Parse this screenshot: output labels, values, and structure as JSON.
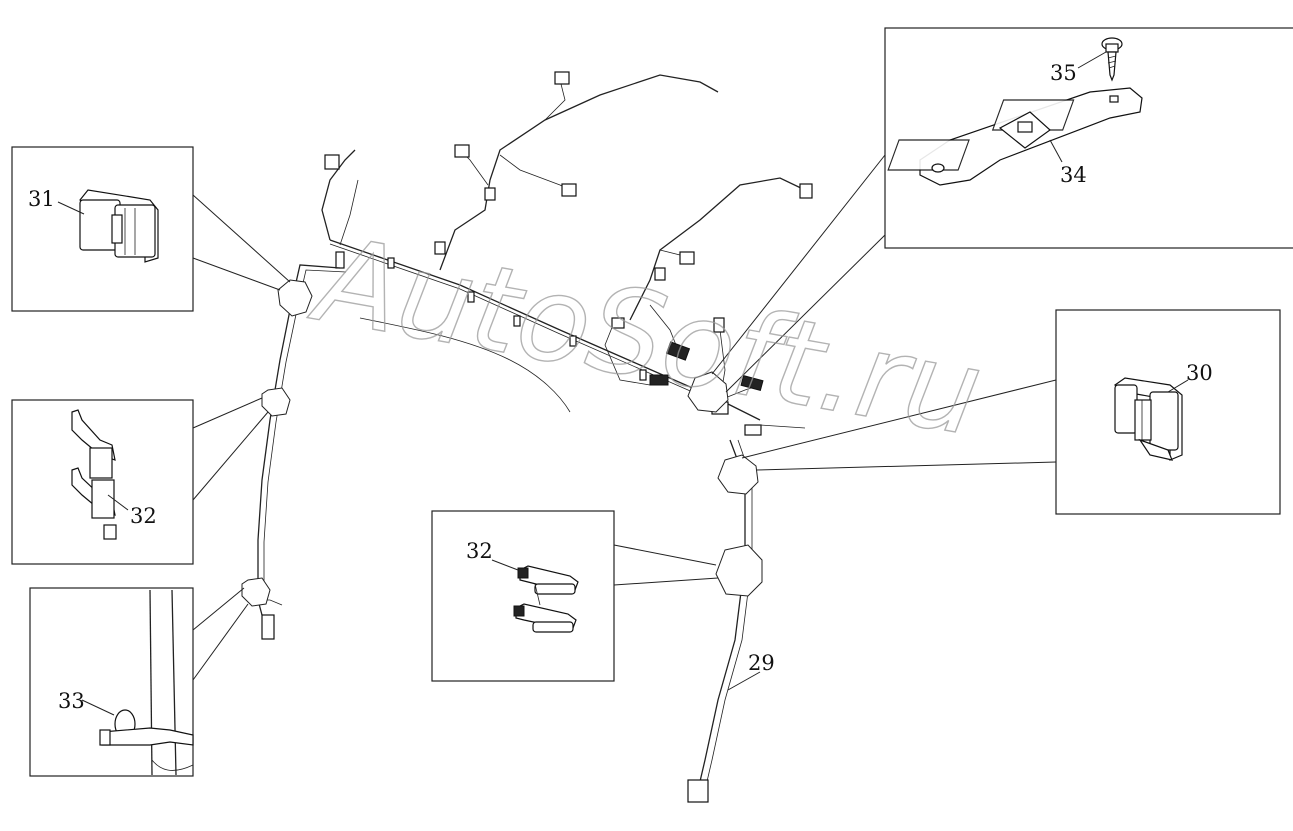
{
  "watermark": "AutoSoft.ru",
  "callouts": {
    "c29": "29",
    "c30": "30",
    "c31": "31",
    "c32a": "32",
    "c32b": "32",
    "c33": "33",
    "c34": "34",
    "c35": "35"
  }
}
